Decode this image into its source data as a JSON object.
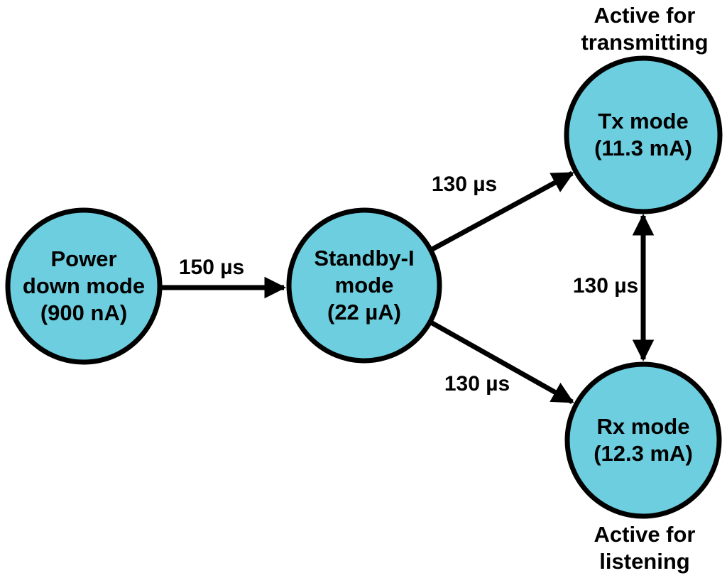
{
  "diagram": {
    "colors": {
      "node_fill": "#6CCEDE",
      "node_stroke": "#000000",
      "arrow": "#000000",
      "background": "#FFFFFF",
      "text": "#000000"
    },
    "nodes": {
      "power_down": {
        "line1": "Power",
        "line2": "down mode",
        "line3": "(900 nA)"
      },
      "standby": {
        "line1": "Standby-I",
        "line2": "mode",
        "line3": "(22 µA)"
      },
      "tx": {
        "line1": "Tx mode",
        "line2": "(11.3 mA)"
      },
      "rx": {
        "line1": "Rx mode",
        "line2": "(12.3 mA)"
      }
    },
    "annotations": {
      "tx_note": {
        "line1": "Active for",
        "line2": "transmitting"
      },
      "rx_note": {
        "line1": "Active for",
        "line2": "listening"
      }
    },
    "edges": {
      "power_to_standby": {
        "label": "150 µs",
        "from": "power_down",
        "to": "standby",
        "direction": "one-way"
      },
      "standby_to_tx": {
        "label": "130 µs",
        "from": "standby",
        "to": "tx",
        "direction": "one-way"
      },
      "standby_to_rx": {
        "label": "130 µs",
        "from": "standby",
        "to": "rx",
        "direction": "one-way"
      },
      "tx_rx": {
        "label": "130 µs",
        "from": "tx",
        "to": "rx",
        "direction": "two-way"
      }
    }
  }
}
